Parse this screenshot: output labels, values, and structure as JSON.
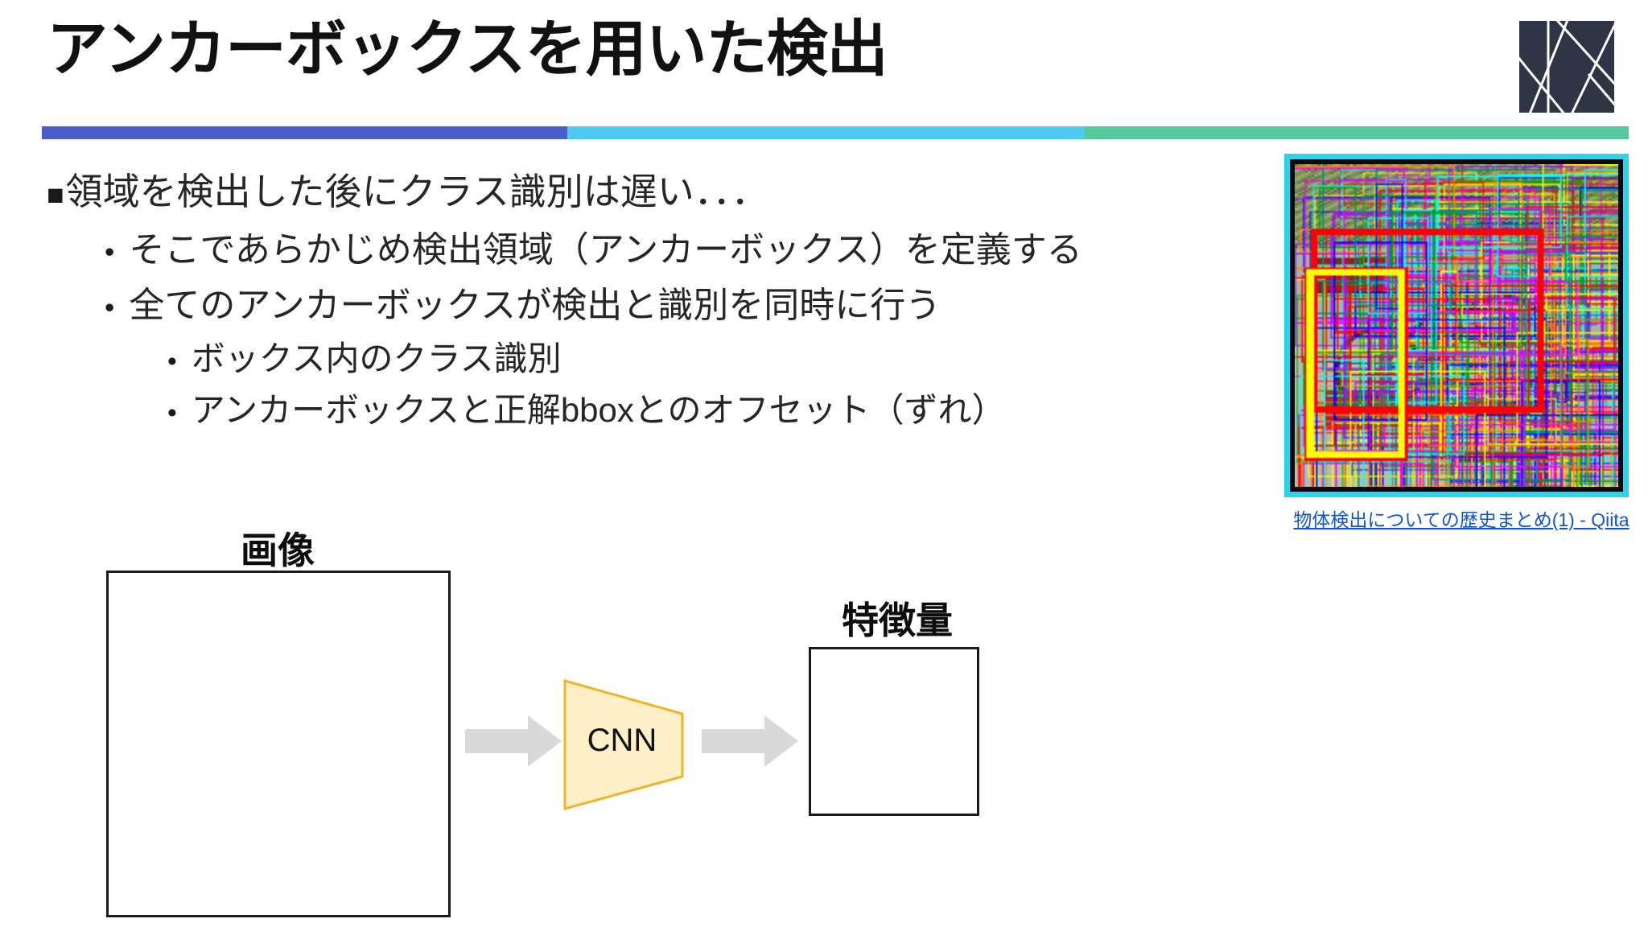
{
  "slide": {
    "title": "アンカーボックスを用いた検出",
    "accent_colors": [
      "#4a5ec9",
      "#4fc9ef",
      "#56c99c"
    ],
    "logo": {
      "name": "brand-logo",
      "background": "#2f3545",
      "line_color": "#ffffff"
    }
  },
  "bullets": [
    {
      "level": 1,
      "marker": "■",
      "text": "領域を検出した後にクラス識別は遅い．．．"
    },
    {
      "level": 2,
      "marker": "•",
      "text": "そこであらかじめ検出領域（アンカーボックス）を定義する"
    },
    {
      "level": 2,
      "marker": "•",
      "text": "全てのアンカーボックスが検出と識別を同時に行う"
    },
    {
      "level": 3,
      "marker": "•",
      "text": "ボックス内のクラス識別"
    },
    {
      "level": 3,
      "marker": "•",
      "text": "アンカーボックスと正解bboxとのオフセット（ずれ）"
    }
  ],
  "reference": {
    "caption": "物体検出についての歴史まとめ(1) - Qiita",
    "caption_color": "#1155cc",
    "border_color": "#2ad4ea",
    "inner_border_color": "#0a0a12",
    "alt": "anchor-boxes-overlaid-on-bicycle-photo"
  },
  "diagram": {
    "image_label": "画像",
    "cnn_label": "CNN",
    "feature_label": "特徴量",
    "cnn_fill": "#fdf0c8",
    "cnn_stroke": "#f0b429",
    "arrow_fill": "#d9d9d9",
    "box_stroke": "#1a1a1a"
  }
}
